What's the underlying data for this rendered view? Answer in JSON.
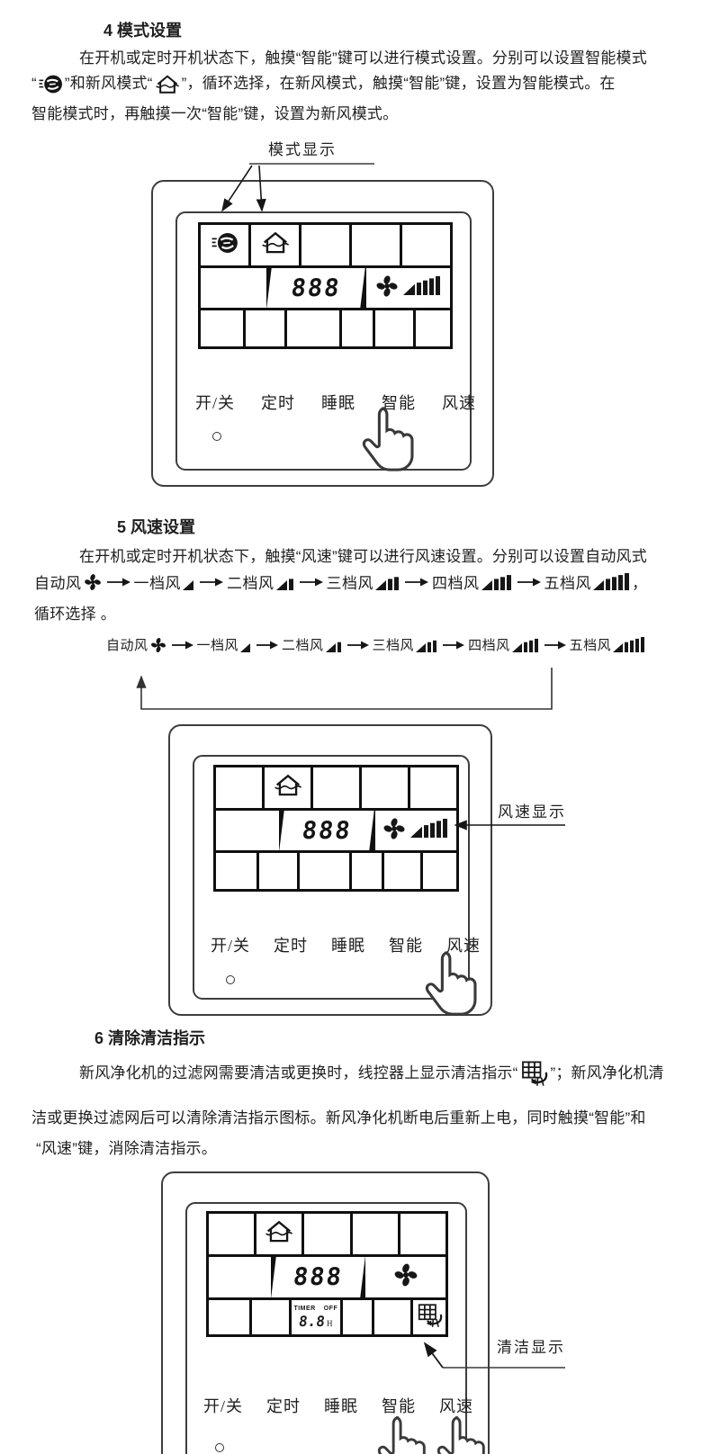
{
  "buttons": [
    "开/关",
    "定时",
    "睡眠",
    "智能",
    "风速"
  ],
  "lcd": {
    "digits": "888",
    "timer_label": "TIMER",
    "off_label": "OFF",
    "timer_value": "8.8",
    "timer_unit": "H"
  },
  "icons": {
    "smart_mode": "smart-mode-icon",
    "fresh_air_mode": "fresh-air-mode-icon",
    "fan": "fan-icon",
    "fan_speed_bars": "fan-speed-bars-icon",
    "clean_indicator": "clean-indicator-icon",
    "pointing_hand": "pointing-hand-icon"
  },
  "section4": {
    "heading": "4 模式设置",
    "line1": "在开机或定时开机状态下，触摸“智能”键可以进行模式设置。分别可以设置智能模式",
    "line2a": "“",
    "line2b": "”和新风模式“",
    "line2c": "”，循环选择，在新风模式，触摸“智能”键，设置为智能模式。在",
    "line3": "智能模式时，再触摸一次“智能”键，设置为新风模式。",
    "callout": "模式显示"
  },
  "section5": {
    "heading": "5 风速设置",
    "line1": "在开机或定时开机状态下，触摸“风速”键可以进行风速设置。分别可以设置自动风式",
    "line2_suffix": "，",
    "line3": "循环选择 。",
    "callout": "风速显示",
    "steps": [
      {
        "label": "自动风",
        "level": 0
      },
      {
        "label": "一档风",
        "level": 1
      },
      {
        "label": "二档风",
        "level": 2
      },
      {
        "label": "三档风",
        "level": 3
      },
      {
        "label": "四档风",
        "level": 4
      },
      {
        "label": "五档风",
        "level": 5
      }
    ]
  },
  "section6": {
    "heading": "6 清除清洁指示",
    "line1a": "新风净化机的过滤网需要清洁或更换时，线控器上显示清洁指示“",
    "line1b": "”；新风净化机清",
    "line2": "洁或更换过滤网后可以清除清洁指示图标。新风净化机断电后重新上电，同时触摸“智能”和",
    "line3": "“风速”键，消除清洁指示。",
    "callout": "清洁显示"
  }
}
